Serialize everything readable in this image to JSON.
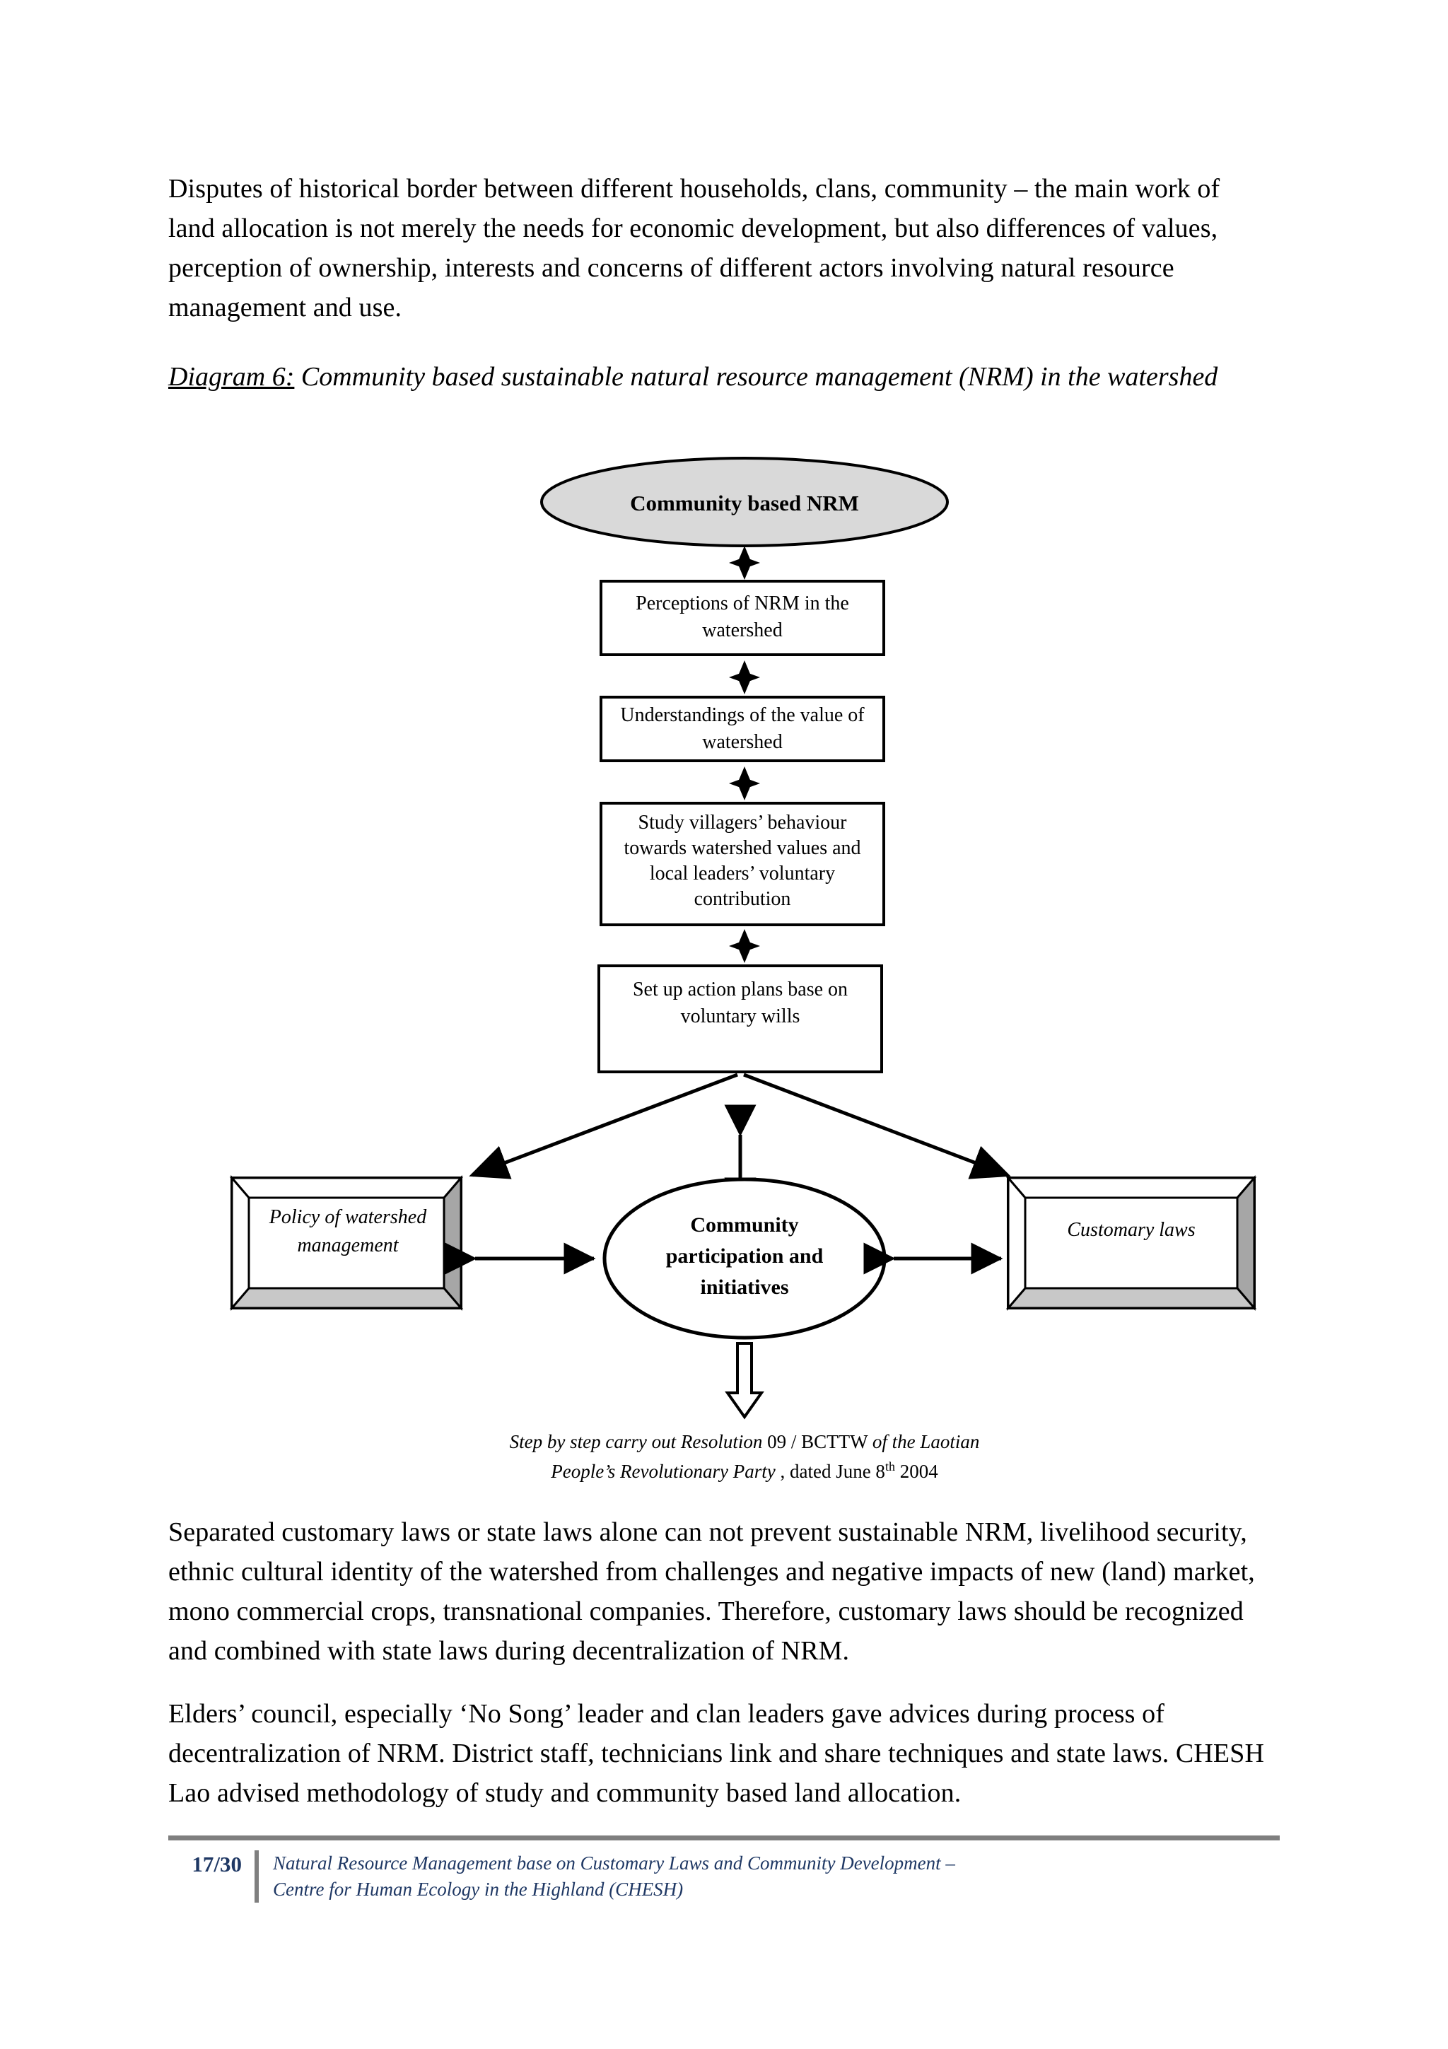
{
  "document": {
    "paragraphs": [
      "Disputes of historical border between different households, clans, community – the main work of land allocation is not merely the needs for economic development, but also differences of values, perception of ownership, interests and concerns of different actors involving natural resource management and use.",
      "Separated customary laws or state laws alone can not prevent sustainable NRM, livelihood security, ethnic cultural identity of the watershed from challenges and negative impacts of new (land) market, mono commercial crops, transnational companies. Therefore, customary laws should be recognized and combined with state laws during decentralization of NRM.",
      "Elders’ council, especially ‘No Song’ leader and clan leaders gave advices during process of decentralization of NRM. District staff, technicians link and share techniques and state laws. CHESH Lao advised methodology of study and community based land allocation."
    ],
    "figure_caption": {
      "label": "Diagram 6:",
      "text": " Community based sustainable natural resource management (NRM) in the watershed"
    }
  },
  "diagram": {
    "top_ellipse": "Community based NRM",
    "flow_boxes": [
      {
        "lines": [
          "Perceptions of NRM in the",
          "watershed"
        ]
      },
      {
        "lines": [
          "Understandings of the value of",
          "watershed"
        ]
      },
      {
        "lines": [
          "Study villagers’ behaviour",
          "towards watershed values and",
          "local leaders’ voluntary",
          "contribution"
        ]
      },
      {
        "lines": [
          "Set up action plans base on",
          "voluntary wills"
        ]
      }
    ],
    "left_box": {
      "lines": [
        "Policy of watershed",
        "management"
      ]
    },
    "right_box": {
      "lines": [
        "Customary laws"
      ]
    },
    "center_ellipse": {
      "lines": [
        "Community",
        "participation and",
        "initiatives"
      ]
    },
    "footnote": {
      "line1_italic_a": "Step by step carry out Resolution",
      "line1_roman": " 09 / BCTTW ",
      "line1_italic_b": "of the Laotian",
      "line2_italic": "People’s Revolutionary Party",
      "line2_roman_a": " , dated June 8",
      "line2_sup": "th",
      "line2_roman_b": " 2004"
    }
  },
  "footer": {
    "page_number": "17/30",
    "line1": "Natural Resource Management base on Customary Laws and Community Development –",
    "line2": "Centre for Human Ecology in the Highland (CHESH)"
  },
  "colors": {
    "ellipse_fill": "#d9d9d9",
    "bevel_fill": "#a6a6a6",
    "bevel_fill_light": "#c8c8c8",
    "footer_accent": "#1f3864",
    "footer_rule": "#7f7f7f"
  }
}
